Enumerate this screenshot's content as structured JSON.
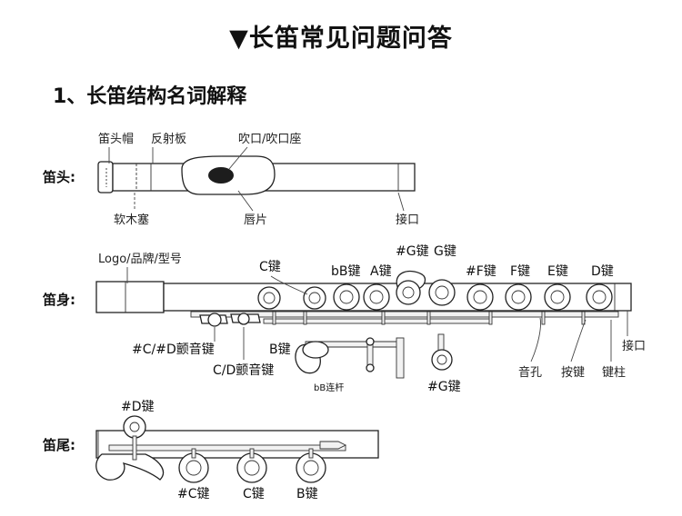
{
  "page_title": "▼长笛常见问题问答",
  "section_title": "1、长笛结构名词解释",
  "headjoint": {
    "section_label": "笛头:",
    "crown_label": "笛头帽",
    "reflector_label": "反射板",
    "embouchure_label": "吹口/吹口座",
    "cork_label": "软木塞",
    "lip_plate_label": "唇片",
    "tenon_label": "接口"
  },
  "body": {
    "section_label": "笛身:",
    "logo_label": "Logo/品牌/型号",
    "c_key": "C键",
    "bb_key": "bB键",
    "a_key": "A键",
    "gsharp_key_top": "#G键",
    "g_key": "G键",
    "fsharp_key": "#F键",
    "f_key": "F键",
    "e_key": "E键",
    "d_key": "D键",
    "csharp_d_trill": "#C/#D颤音键",
    "c_d_trill": "C/D颤音键",
    "b_key": "B键",
    "bb_lever": "bB连杆",
    "gsharp_key_bottom": "#G键",
    "tone_hole": "音孔",
    "key_label": "按键",
    "post_label": "键柱",
    "tenon_label": "接口"
  },
  "footjoint": {
    "section_label": "笛尾:",
    "dsharp_key": "#D键",
    "csharp_key": "#C键",
    "c_key": "C键",
    "b_key": "B键"
  }
}
